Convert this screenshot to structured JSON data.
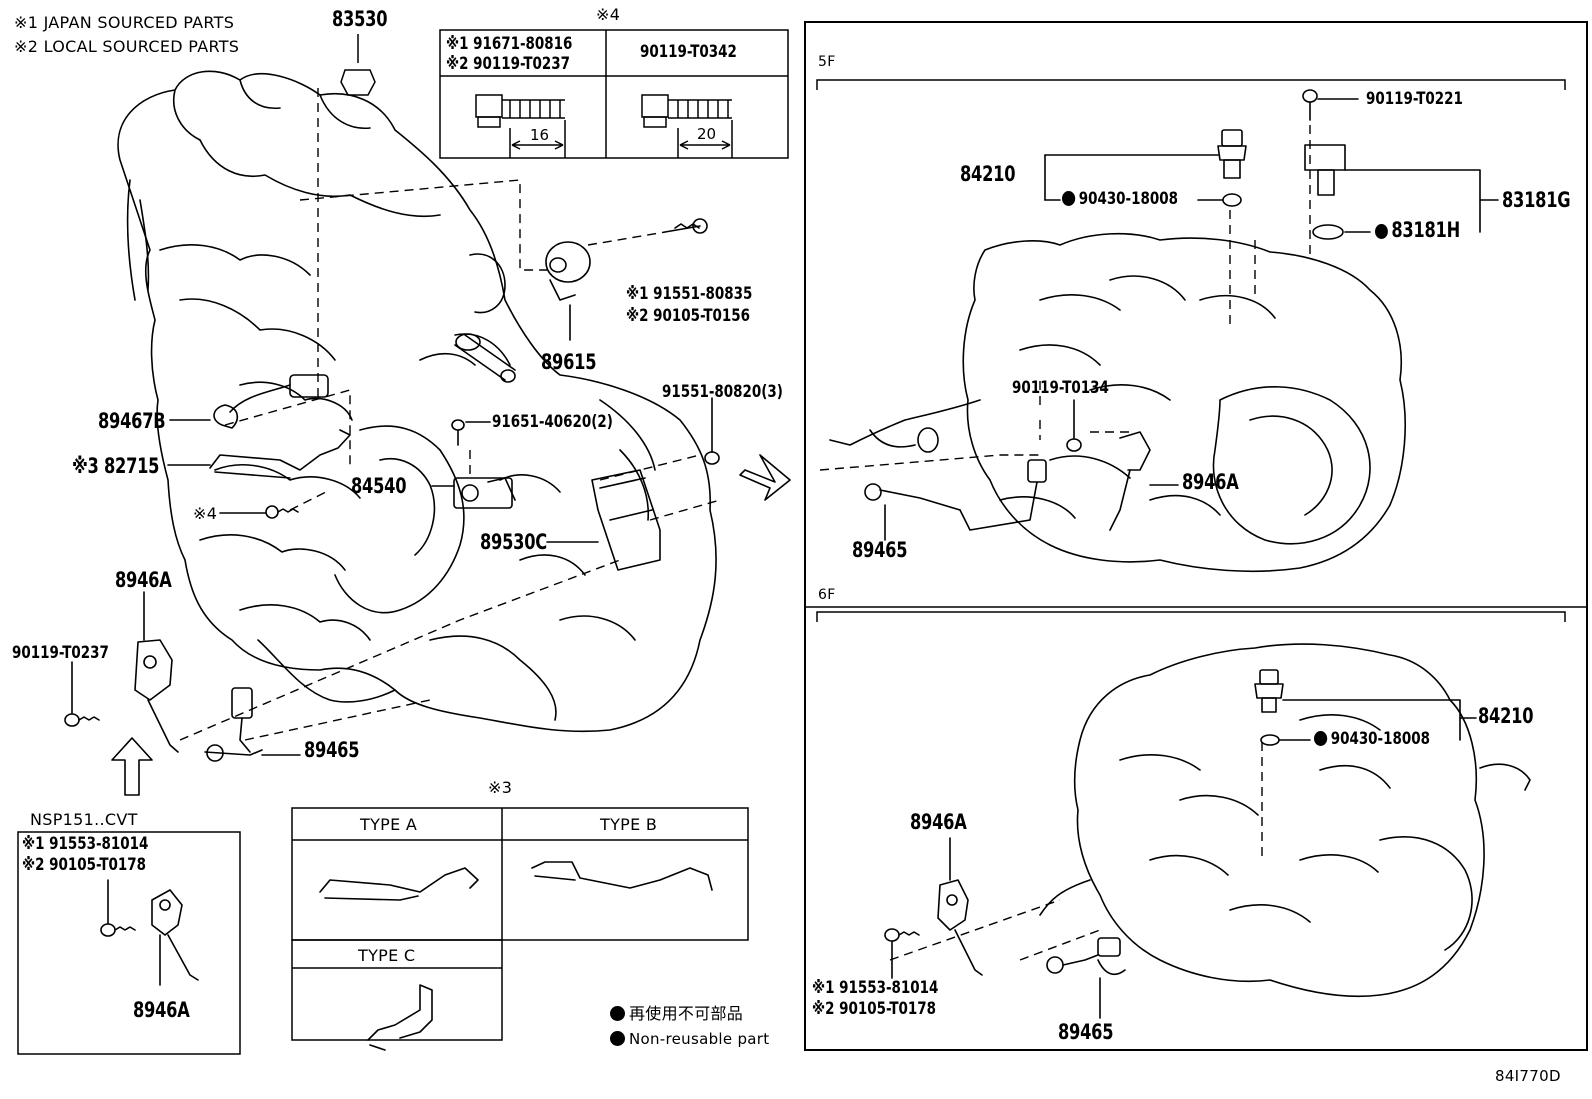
{
  "notes": {
    "n1": "※1 JAPAN SOURCED PARTS",
    "n2": "※2 LOCAL SOURCED PARTS"
  },
  "bolt_table": {
    "title": "※4",
    "left_line1": "※1 91671-80816",
    "left_line2": "※2 90119-T0237",
    "right_head": "90119-T0342",
    "left_dim": "16",
    "right_dim": "20"
  },
  "left_parts": {
    "p83530": "83530",
    "p89615": "89615",
    "p91551_80835": "※1 91551-80835",
    "p90105_T0156": "※2 90105-T0156",
    "p91551_80820": "91551-80820(3)",
    "p91651_40620": "91651-40620(2)",
    "p89467B": "89467B",
    "p82715": "※3 82715",
    "x4": "※4",
    "p84540": "84540",
    "p89530C": "89530C",
    "p8946A": "8946A",
    "p90119_T0237": "90119-T0237",
    "p89465": "89465"
  },
  "cvt_box": {
    "title": "NSP151..CVT",
    "line1": "※1 91553-81014",
    "line2": "※2 90105-T0178",
    "part": "8946A"
  },
  "type_table": {
    "title": "※3",
    "type_a": "TYPE A",
    "type_b": "TYPE B",
    "type_c": "TYPE C"
  },
  "legend": {
    "jp": "再使用不可部品",
    "en": "Non-reusable part"
  },
  "panel_5f": {
    "label": "5F",
    "p90119_T0221": "90119-T0221",
    "p84210": "84210",
    "p90430_18008": "90430-18008",
    "p83181G": "83181G",
    "p83181H": "83181H",
    "p90119_T0134": "90119-T0134",
    "p8946A": "8946A",
    "p89465": "89465"
  },
  "panel_6f": {
    "label": "6F",
    "p84210": "84210",
    "p90430_18008": "90430-18008",
    "p8946A": "8946A",
    "p91553_81014": "※1 91553-81014",
    "p90105_T0178": "※2 90105-T0178",
    "p89465": "89465"
  },
  "diagram_code": "84I770D"
}
